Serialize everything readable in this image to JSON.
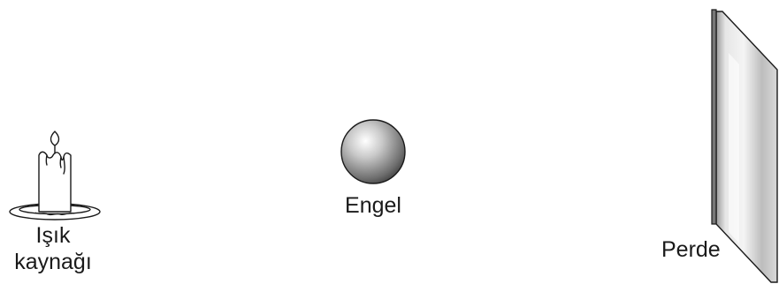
{
  "labels": {
    "light_source_line1": "Işık",
    "light_source_line2": "kaynağı",
    "obstacle": "Engel",
    "screen": "Perde"
  },
  "colors": {
    "stroke": "#1a1a1a",
    "background": "#ffffff"
  },
  "icons": {
    "light_source": "candle-icon",
    "obstacle": "sphere-icon",
    "screen": "screen-panel-icon"
  }
}
